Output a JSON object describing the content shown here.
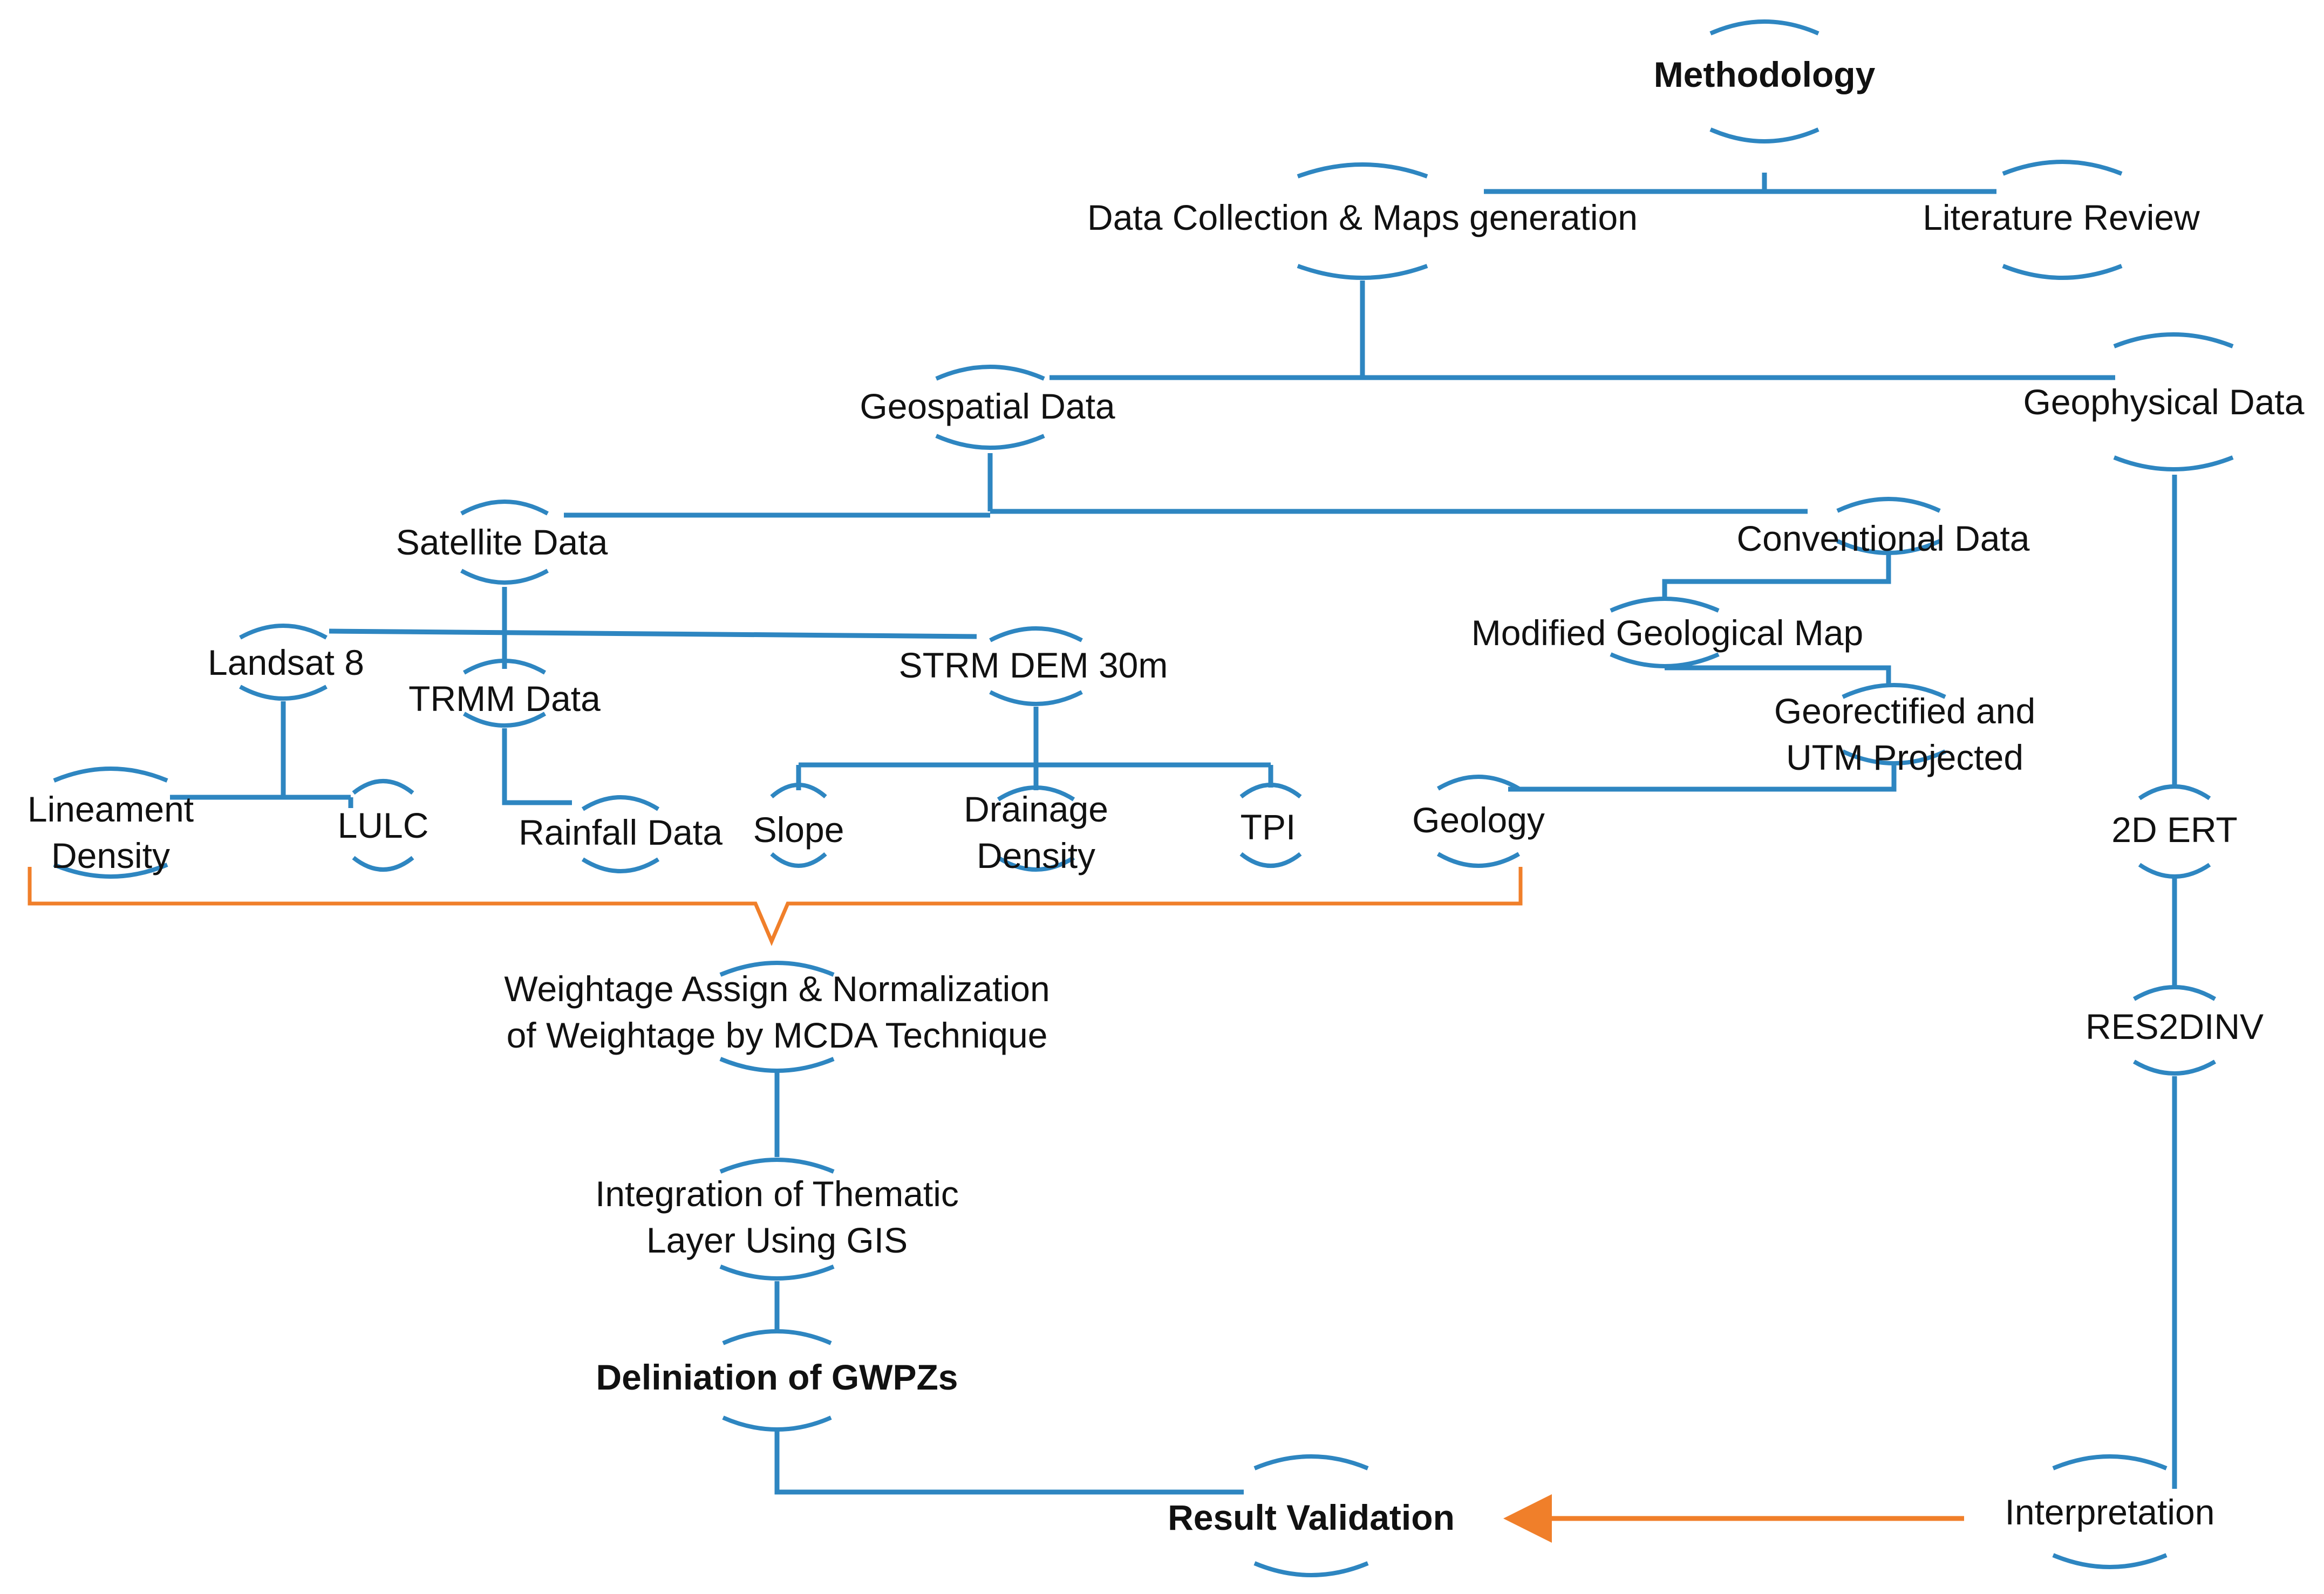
{
  "colors": {
    "line": "#2E86C1",
    "accent": "#F07F2A",
    "text": "#111111"
  },
  "diagram": {
    "nodes": {
      "methodology": [
        "Methodology"
      ],
      "data_collection": [
        "Data Collection & Maps generation"
      ],
      "literature_review": [
        "Literature Review"
      ],
      "geospatial": [
        "Geospatial Data"
      ],
      "geophysical": [
        "Geophysical Data"
      ],
      "satellite": [
        "Satellite Data"
      ],
      "conventional": [
        "Conventional Data"
      ],
      "landsat": [
        "Landsat 8"
      ],
      "trmm": [
        "TRMM Data"
      ],
      "strm": [
        "STRM DEM 30m"
      ],
      "modified_geo_map": [
        "Modified Geological Map"
      ],
      "georectified": [
        "Georectified and",
        "UTM Projected"
      ],
      "lineament": [
        "Lineament",
        "Density"
      ],
      "lulc": [
        "LULC"
      ],
      "rainfall": [
        "Rainfall Data"
      ],
      "slope": [
        "Slope"
      ],
      "drainage": [
        "Drainage",
        "Density"
      ],
      "tpi": [
        "TPI"
      ],
      "geology": [
        "Geology"
      ],
      "ert": [
        "2D ERT"
      ],
      "res2dinv": [
        "RES2DINV"
      ],
      "weightage": [
        "Weightage Assign & Normalization",
        "of Weightage by MCDA Technique"
      ],
      "integration": [
        "Integration of Thematic",
        "Layer Using GIS"
      ],
      "delineation": [
        "Deliniation of GWPZs"
      ],
      "result_validation": [
        "Result Validation"
      ],
      "interpretation": [
        "Interpretation"
      ]
    }
  }
}
